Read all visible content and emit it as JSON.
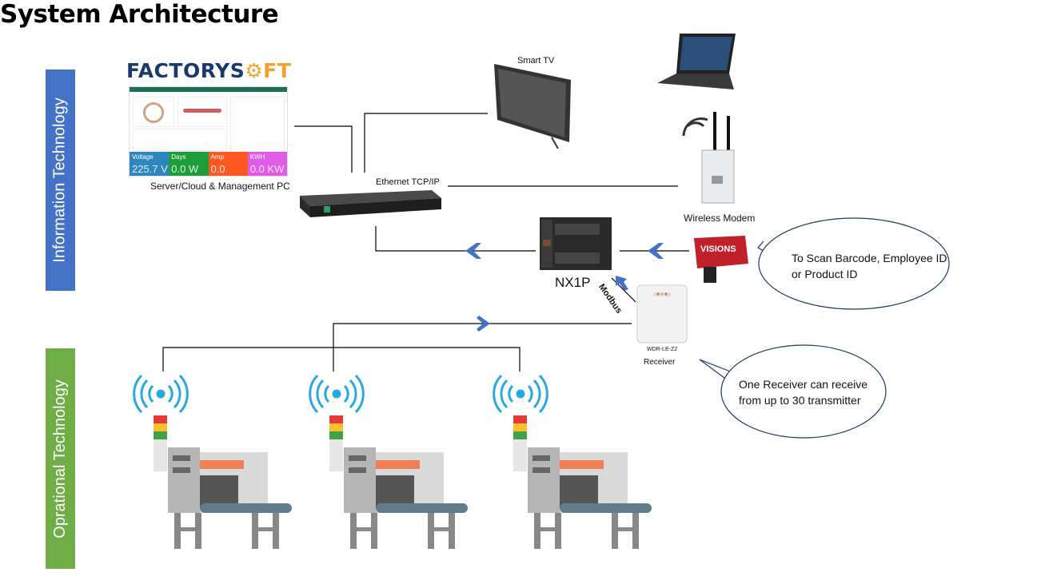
{
  "title": "System Architecture",
  "bands": {
    "it": "Information Technology",
    "ot": "Oprational Technology"
  },
  "colors": {
    "it_band": "#4472c4",
    "ot_band": "#70ad47",
    "arrow": "#4472c4",
    "logo_blue": "#1b3a6b",
    "logo_orange": "#f0a22e"
  },
  "logo": {
    "part1": "FACTORYS",
    "part2": "FT"
  },
  "dashboard": {
    "tiles": [
      {
        "label": "Voltage",
        "value": "225.7 V",
        "color": "#2e86c1"
      },
      {
        "label": "Days",
        "value": "0.0 W",
        "color": "#1e9e3a"
      },
      {
        "label": "Amp",
        "value": "0.0",
        "color": "#ff5722"
      },
      {
        "label": "KWH",
        "value": "0.0 KW",
        "color": "#e05ce8"
      }
    ]
  },
  "labels": {
    "server": "Server/Cloud & Management PC",
    "smart_tv": "Smart TV",
    "ethernet": "Ethernet TCP/IP",
    "wireless_modem": "Wireless Modem",
    "plc": "NX1P",
    "modbus": "Modbus",
    "receiver_model": "WDR-LE-Z2",
    "receiver": "Receiver",
    "camera_brand": "VISIONS"
  },
  "bubbles": {
    "scanner": "To Scan Barcode, Employee ID or Product ID",
    "receiver": "One Receiver can receive from up to 30 transmitter"
  },
  "icons": [
    "laptop-icon",
    "smart-tv-icon",
    "network-switch-icon",
    "wireless-modem-icon",
    "plc-icon",
    "barcode-camera-icon",
    "receiver-icon",
    "wireless-signal-icon",
    "stack-light-icon",
    "machine-icon",
    "chevron-arrow-icon"
  ]
}
